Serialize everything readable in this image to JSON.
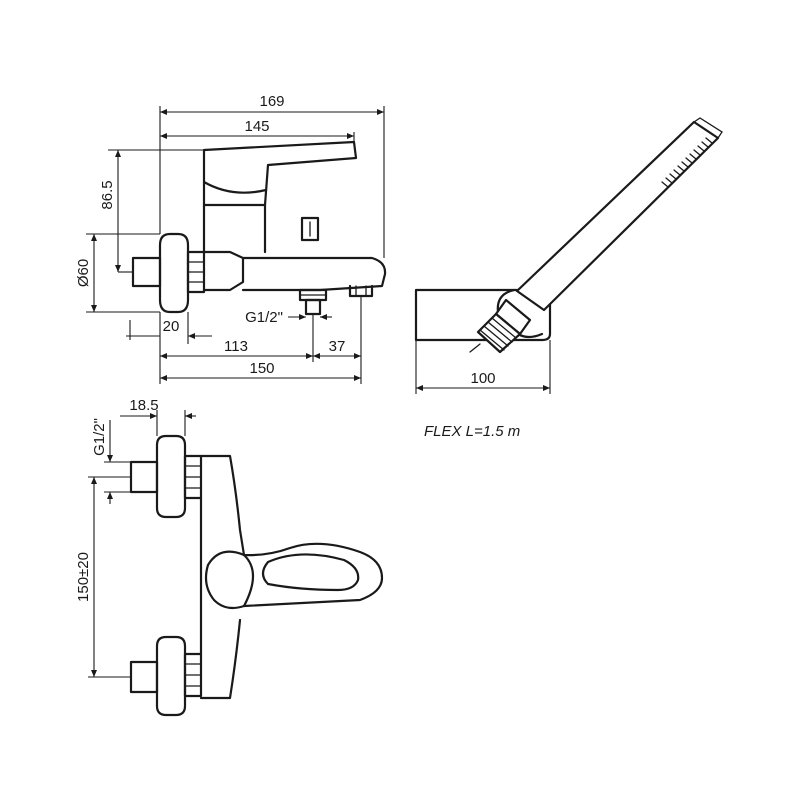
{
  "views": {
    "side": {
      "dim_overall_width": "169",
      "dim_body_width": "145",
      "dim_spout_height": "86.5",
      "dim_flange_diameter": "Ø60",
      "dim_inlet_depth": "20",
      "dim_outlet_thread": "G1/2\"",
      "dim_inlet_to_outlet": "113",
      "dim_outlet_offset": "37",
      "dim_base_width": "150"
    },
    "shower": {
      "dim_holder_width": "100",
      "flex_label": "FLEX L=1.5 m"
    },
    "top": {
      "dim_thread": "G1/2\"",
      "dim_flange_offset": "18.5",
      "dim_center_distance": "150±20"
    }
  }
}
